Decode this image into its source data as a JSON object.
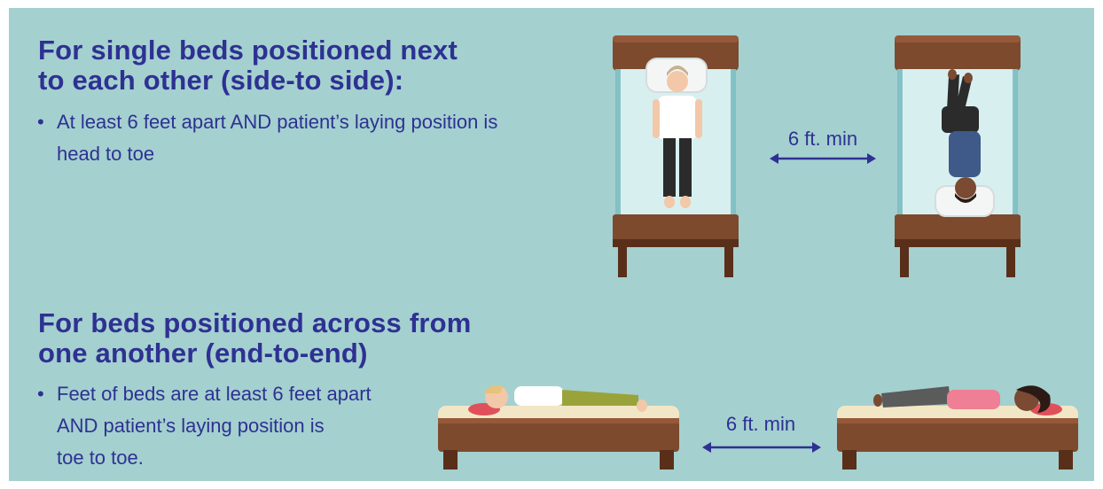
{
  "section1": {
    "heading_line1": "For single beds positioned next",
    "heading_line2": "to each other (side-to side):",
    "bullet_line1": "At least 6 feet apart AND patient’s laying position is",
    "bullet_line2": "head to toe",
    "distance_label": "6 ft. min"
  },
  "section2": {
    "heading_line1": "For beds positioned across from",
    "heading_line2": "one another (end-to-end)",
    "bullet_line1": "Feet of beds are at least 6 feet apart",
    "bullet_line2": "AND patient’s laying position is",
    "bullet_line3": "toe to toe.",
    "distance_label": "6 ft. min"
  },
  "bullet_symbol": "•",
  "colors": {
    "background": "#a4d0cf",
    "text": "#2e3192",
    "bed_wood": "#7d4a2e",
    "bed_dark": "#5a2f1a",
    "mattress": "#f1e7c6",
    "arrow": "#2e3192"
  },
  "icons": [
    "bed-top-view-icon",
    "bed-side-view-icon",
    "double-arrow-icon",
    "person-icon",
    "pillow-icon"
  ]
}
